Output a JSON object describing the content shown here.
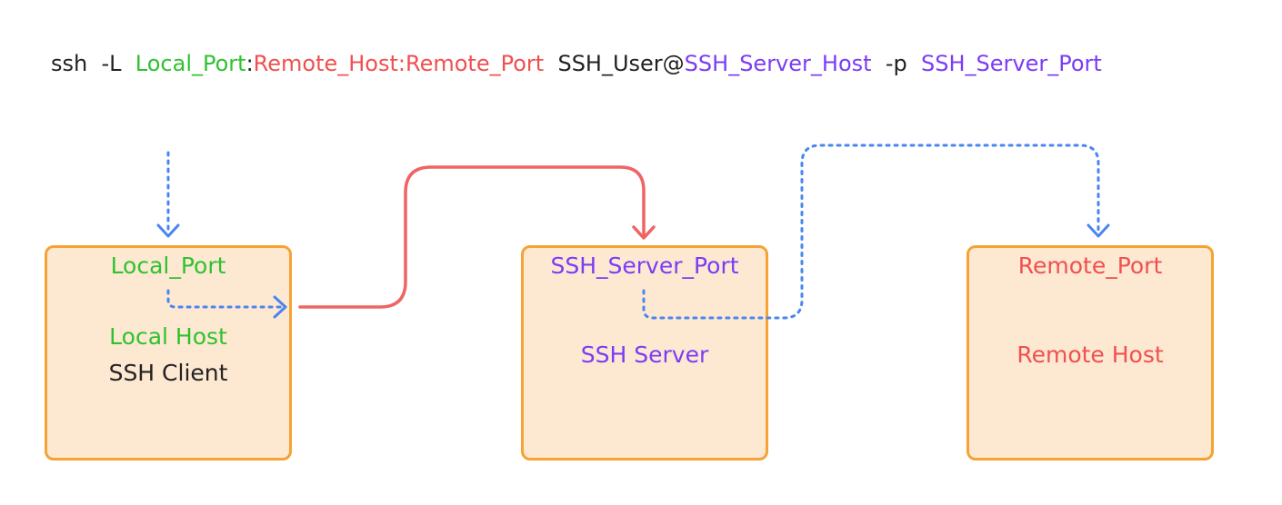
{
  "command": {
    "ssh": "ssh",
    "flag_L": "-L",
    "local_port": "Local_Port",
    "colon": ":",
    "remote_host": "Remote_Host",
    "colon2": ":",
    "remote_port": "Remote_Port",
    "ssh_user": "SSH_User@",
    "ssh_server_host": "SSH_Server_Host",
    "flag_p": "-p",
    "ssh_server_port": "SSH_Server_Port"
  },
  "local_box": {
    "port_label": "Local_Port",
    "host_label": "Local Host",
    "client_label": "SSH Client"
  },
  "server_box": {
    "port_label": "SSH_Server_Port",
    "host_label": "SSH Server"
  },
  "remote_box": {
    "port_label": "Remote_Port",
    "host_label": "Remote Host"
  },
  "colors": {
    "green": "#2fc22f",
    "red": "#f0504f",
    "purple": "#7b3cf5",
    "blue_dotted": "#4a86f0",
    "box_border": "#f6a235",
    "box_fill": "#fde8d2"
  }
}
